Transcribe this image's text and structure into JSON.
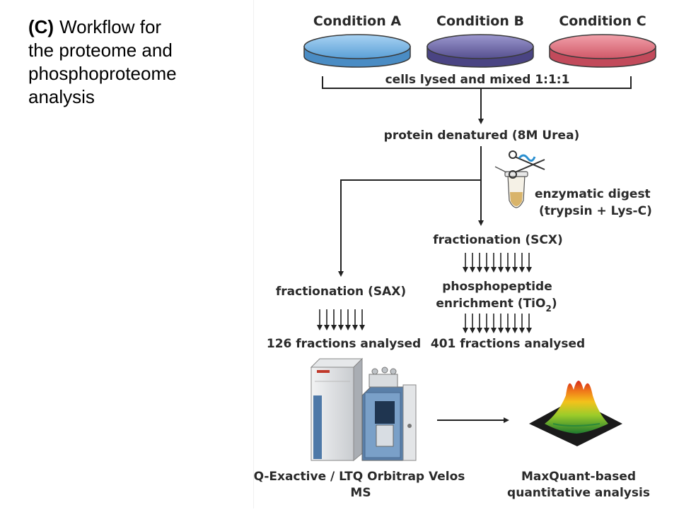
{
  "caption": {
    "label": "(C)",
    "lines": [
      "Workflow for",
      "the proteome and",
      "phosphoproteome",
      "analysis"
    ]
  },
  "conditions": [
    {
      "label": "Condition A",
      "color": "#7ab8e6"
    },
    {
      "label": "Condition B",
      "color": "#7a74b4"
    },
    {
      "label": "Condition C",
      "color": "#e07b86"
    }
  ],
  "steps": {
    "lysis": "cells lysed and mixed 1:1:1",
    "denature": "protein denatured (8M Urea)",
    "digest_line1": "enzymatic digest",
    "digest_line2": "(trypsin + Lys-C)",
    "scx": "fractionation (SCX)",
    "phospho_line1": "phosphopeptide",
    "phospho_line2": "enrichment (TiO",
    "phospho_sub": "2",
    "phospho_close": ")",
    "sax": "fractionation (SAX)",
    "sax_count": "126 fractions analysed",
    "scx_count": "401 fractions analysed",
    "ms_line1": "Q-Exactive / LTQ Orbitrap Velos",
    "ms_line2": "MS",
    "maxquant_line1": "MaxQuant-based",
    "maxquant_line2": "quantitative analysis"
  }
}
